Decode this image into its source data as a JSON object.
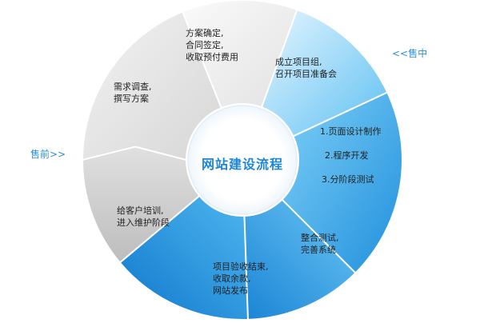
{
  "title": "网站建设流程",
  "phase_labels": {
    "pre_sale": "售前>>",
    "in_sale": "<<售中"
  },
  "steps": [
    {
      "id": "requirements",
      "lines": [
        "需求调查,",
        "撰写方案"
      ]
    },
    {
      "id": "contract",
      "lines": [
        "方案确定,",
        "合同签定,",
        "收取预付费用"
      ]
    },
    {
      "id": "kickoff",
      "lines": [
        "成立项目组,",
        "召开项目准备会"
      ]
    },
    {
      "id": "dev",
      "lines": [
        "1.页面设计制作",
        "2.程序开发",
        "3.分阶段测试"
      ]
    },
    {
      "id": "integration",
      "lines": [
        "整合测试,",
        "完善系统"
      ]
    },
    {
      "id": "acceptance",
      "lines": [
        "项目验收结束,",
        "收取余款,",
        "网站发布"
      ]
    },
    {
      "id": "training",
      "lines": [
        "给客户培训,",
        "进入维护阶段"
      ]
    }
  ],
  "colors": {
    "blue_light": "#bfe6fb",
    "blue_mid": "#49b3ee",
    "blue_dark": "#1486d8",
    "grey_light": "#f2f2f2",
    "grey_mid": "#dcdcdc",
    "grey_dark": "#c4c4c4",
    "accent_text": "#1d86d8"
  }
}
